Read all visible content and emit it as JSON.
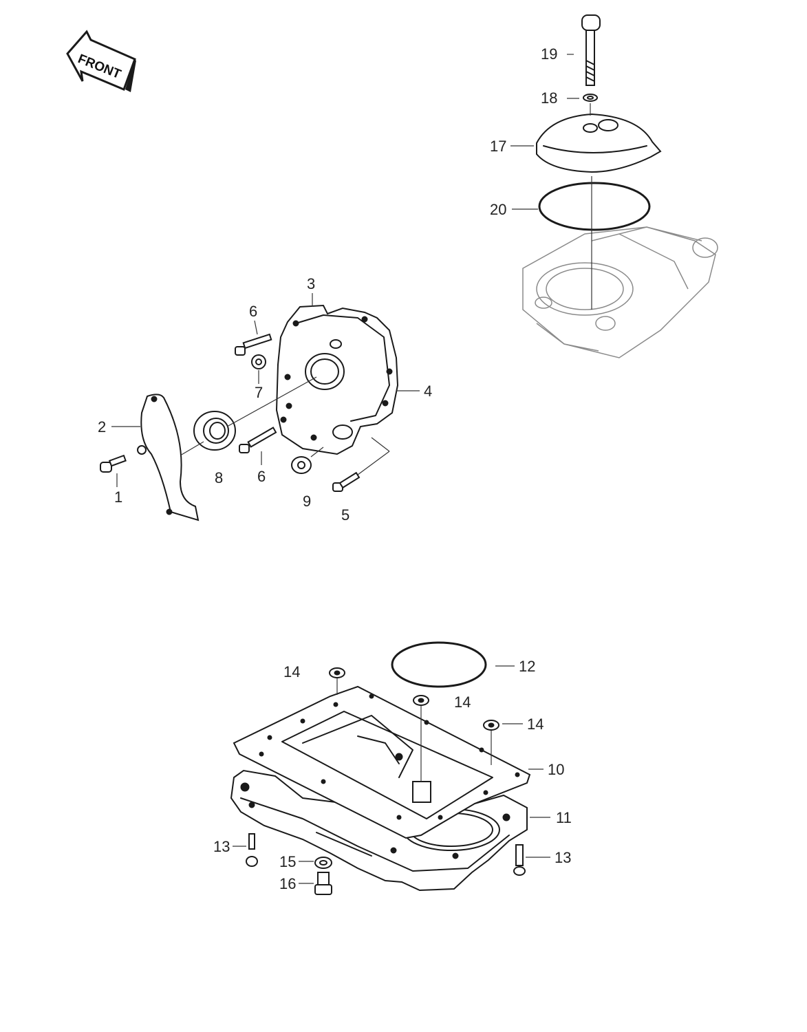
{
  "diagram": {
    "front_label": "FRONT",
    "callouts": {
      "c1": "1",
      "c2": "2",
      "c3": "3",
      "c4": "4",
      "c5": "5",
      "c6a": "6",
      "c6b": "6",
      "c7": "7",
      "c8": "8",
      "c9": "9",
      "c10": "10",
      "c11": "11",
      "c12": "12",
      "c13a": "13",
      "c13b": "13",
      "c14a": "14",
      "c14b": "14",
      "c14c": "14",
      "c15": "15",
      "c16": "16",
      "c17": "17",
      "c18": "18",
      "c19": "19",
      "c20": "20"
    }
  }
}
